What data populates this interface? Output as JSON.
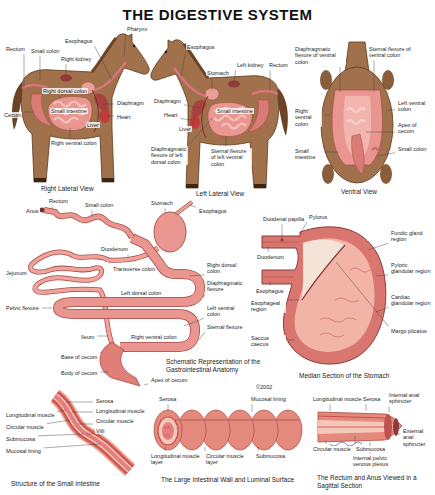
{
  "diagram": {
    "title": "THE DIGESTIVE SYSTEM",
    "labels": [
      "Pharynx",
      "Esophagus",
      "Rectum",
      "Small colon",
      "Right kidney",
      "Right dorsal colon",
      "Small intestine",
      "Liver",
      "Diaphragm",
      "Heart",
      "Cecum",
      "Right ventral colon",
      "Right Lateral View",
      "Esophagus",
      "Stomach",
      "Left kidney",
      "Rectum",
      "Liver",
      "Diaphragm",
      "Heart",
      "Small intestine",
      "Diaphragmatic flexure of left dorsal colon",
      "Sternal flexure of left ventral colon",
      "Left Lateral View",
      "Diaphragmatic flexure of ventral colon",
      "Sternal flexure of ventral colon",
      "Right ventral colon",
      "Left ventral colon",
      "Apex of cecum",
      "Small colon",
      "Small intestine",
      "Ventral View",
      "Anus",
      "Rectum",
      "Small colon",
      "Stomach",
      "Esophagus",
      "Duodenum",
      "Transverse colon",
      "Jejunum",
      "Left dorsal colon",
      "Right dorsal colon",
      "Diaphragmatic flexure",
      "Left ventral colon",
      "Sternal flexure",
      "Pelvic flexure",
      "Ileum",
      "Right ventral colon",
      "Base of cecum",
      "Body of cecum",
      "Apex of cecum",
      "Schematic Representation of the Gastrointestinal Anatomy",
      "Duodenal papilla",
      "Pylorus",
      "Duodenum",
      "Esophagus",
      "Esophageal region",
      "Saccus caecus",
      "Fundic gland region",
      "Pyloric glandular region",
      "Cardiac glandular region",
      "Margo plicatus",
      "Median Section of the Stomach",
      "Longitudinal muscle",
      "Circular muscle",
      "Submucosa",
      "Mucosal lining",
      "Serosa",
      "Longitudinal muscle",
      "Circular muscle",
      "Villi",
      "Structure of the Small Intestine",
      "Serosa",
      "Mucosal lining",
      "Longitudinal muscle layer",
      "Circular muscle layer",
      "Submucosa",
      "The Large Intestinal Wall and Luminal Surface",
      "Longitudinal muscle",
      "Serosa",
      "Internal anal sphincter",
      "External anal sphincter",
      "Circular muscle",
      "Submucosa",
      "Internal pelvic venous plexus",
      "The Rectum and Anus Viewed in a Sagittal Section",
      "©2002"
    ]
  }
}
